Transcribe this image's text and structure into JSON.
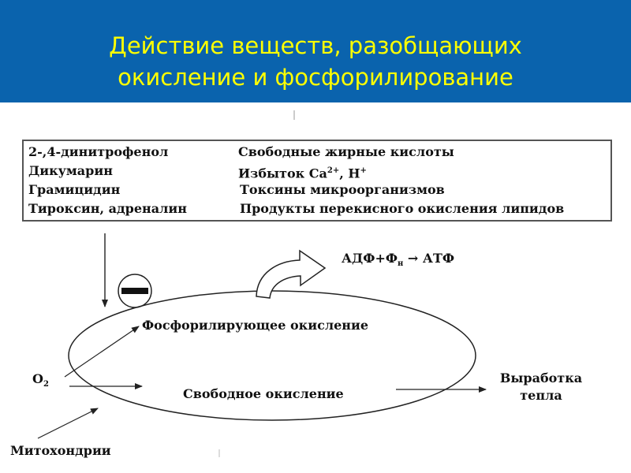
{
  "header": {
    "title_line1": "Действие веществ, разобщающих",
    "title_line2": "окисление и фосфорилирование"
  },
  "table": {
    "left": [
      "2-,4-динитрофенол",
      "Дикумарин",
      "Грамицидин",
      "Тироксин, адреналин"
    ],
    "right": [
      "Свободные жирные кислоты",
      "Избыток Ca",
      "Токсины микроорганизмов",
      "Продукты перекисного окисления липидов"
    ],
    "right_row2_sup1": "2+",
    "right_row2_tail": ", H",
    "right_row2_sup2": "+"
  },
  "diagram": {
    "product": "АДФ+Ф",
    "product_sub": "н",
    "product_tail": " → АТФ",
    "phosph_ox": "Фосфорилирующее окисление",
    "free_ox": "Свободное окисление",
    "o2": "O",
    "o2_sub": "2",
    "heat_line1": "Выработка",
    "heat_line2": "тепла",
    "mito": "Митохондрии"
  }
}
